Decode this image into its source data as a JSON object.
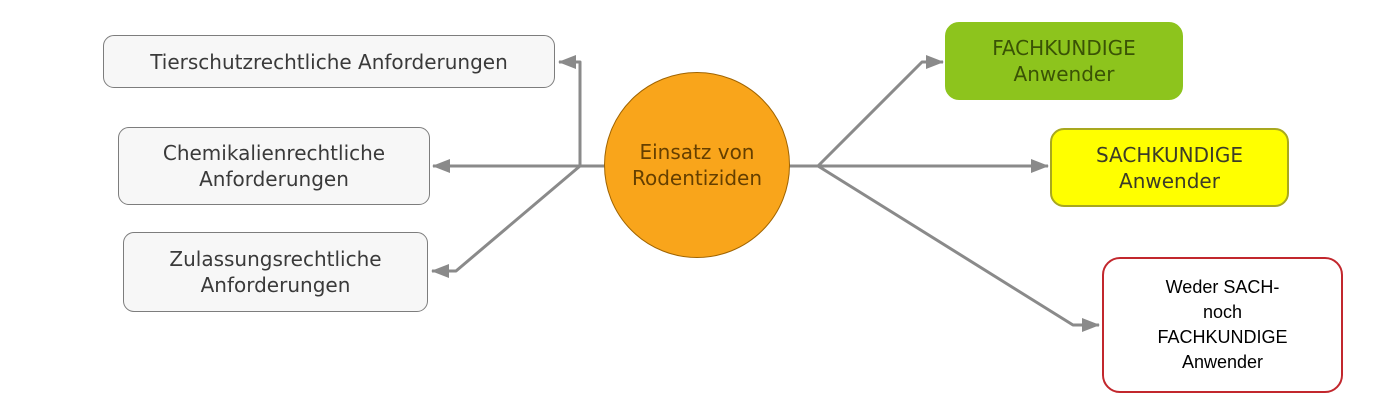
{
  "diagram": {
    "center_node": {
      "label": "Einsatz von\nRodentiziden",
      "fill": "#F9A51B",
      "border_color": "#A06400",
      "text_color": "#653F00"
    },
    "left_boxes": [
      {
        "label": "Tierschutzrechtliche Anforderungen",
        "fill": "#F7F7F7",
        "border_color": "#7D7D7D",
        "text_color": "#3A3A3A"
      },
      {
        "label": "Chemikalienrechtliche\nAnforderungen",
        "fill": "#F7F7F7",
        "border_color": "#7D7D7D",
        "text_color": "#3A3A3A"
      },
      {
        "label": "Zulassungsrechtliche\nAnforderungen",
        "fill": "#F7F7F7",
        "border_color": "#7D7D7D",
        "text_color": "#3A3A3A"
      }
    ],
    "right_boxes": [
      {
        "label": "FACHKUNDIGE\nAnwender",
        "fill": "#8DC41D",
        "border_color": "#8DC41D",
        "text_color": "#3A5305"
      },
      {
        "label": "SACHKUNDIGE\nAnwender",
        "fill": "#FFFF00",
        "border_color": "#A8A81E",
        "text_color": "#3C3C28"
      },
      {
        "label": "Weder SACH-\nnoch\nFACHKUNDIGE\nAnwender",
        "fill": "#FFFFFF",
        "border_color": "#C2272D",
        "text_color": "#000000"
      }
    ],
    "connector_color": "#8A8A8A",
    "background_color": "#FFFFFF"
  }
}
